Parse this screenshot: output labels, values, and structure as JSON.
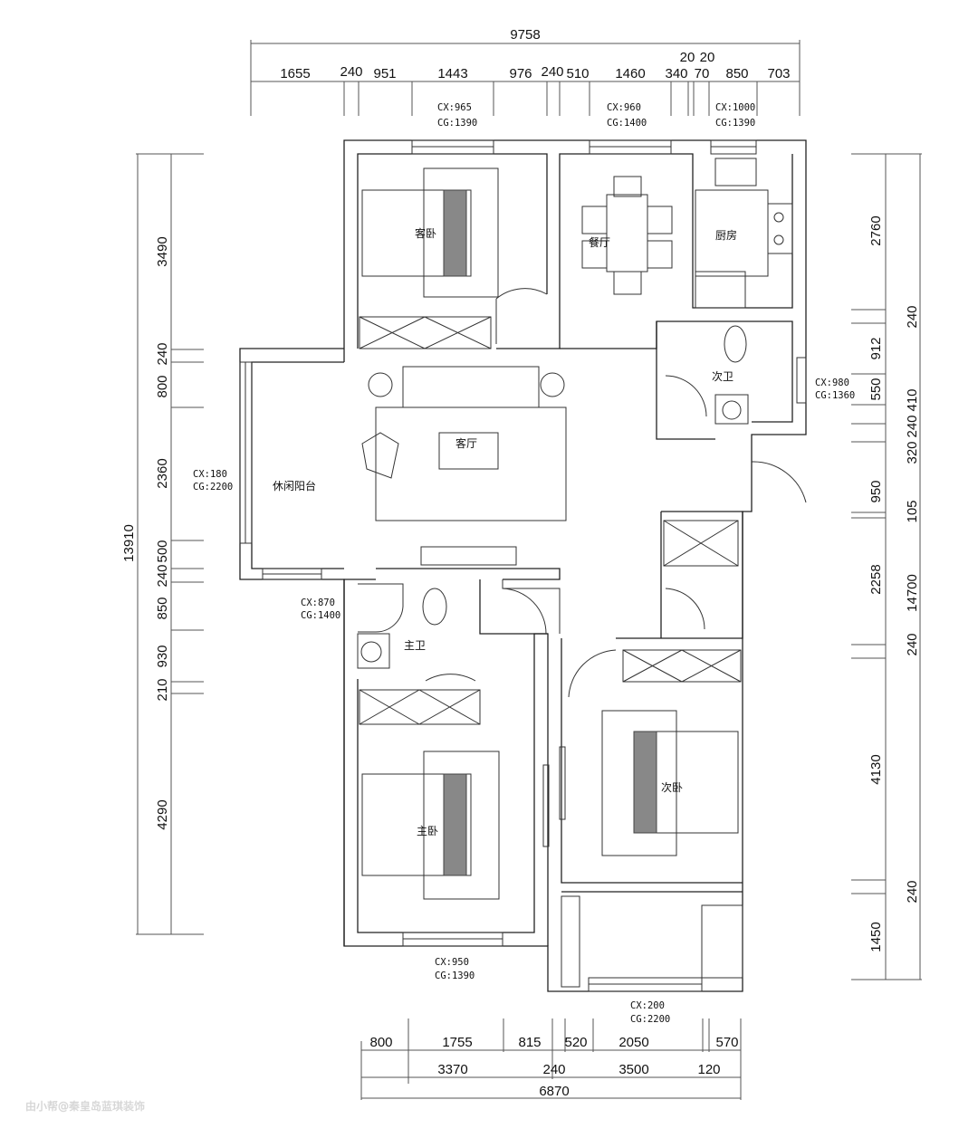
{
  "dimensions": {
    "top": {
      "total": "9758",
      "segments": [
        "1655",
        "240",
        "951",
        "1443",
        "976",
        "240",
        "510",
        "1460",
        "340",
        "20",
        "20",
        "70",
        "850",
        "703"
      ]
    },
    "left": {
      "total": "13910",
      "segments": [
        "3490",
        "240",
        "800",
        "2360",
        "500",
        "240",
        "850",
        "930",
        "210",
        "4290"
      ]
    },
    "right": {
      "inner": [
        "2760",
        "912",
        "550",
        "950",
        "2258",
        "4130",
        "1450"
      ],
      "outer": [
        "240",
        "320",
        "240",
        "410",
        "105",
        "14700",
        "240",
        "240"
      ]
    },
    "bottom": {
      "row1": [
        "800",
        "1755",
        "815",
        "520",
        "2050",
        "570"
      ],
      "row2": [
        "3370",
        "240",
        "3500",
        "120"
      ],
      "total": "6870"
    }
  },
  "openings": [
    {
      "cx": "CX:965",
      "cg": "CG:1390"
    },
    {
      "cx": "CX:960",
      "cg": "CG:1400"
    },
    {
      "cx": "CX:1000",
      "cg": "CG:1390"
    },
    {
      "cx": "CX:980",
      "cg": "CG:1360"
    },
    {
      "cx": "CX:180",
      "cg": "CG:2200"
    },
    {
      "cx": "CX:870",
      "cg": "CG:1400"
    },
    {
      "cx": "CX:950",
      "cg": "CG:1390"
    },
    {
      "cx": "CX:200",
      "cg": "CG:2200"
    }
  ],
  "rooms": {
    "guest_bedroom": "客卧",
    "dining": "餐厅",
    "kitchen": "厨房",
    "second_bath": "次卫",
    "living": "客厅",
    "leisure_balcony": "休闲阳台",
    "master_bath": "主卫",
    "master_bedroom": "主卧",
    "second_bedroom": "次卧"
  },
  "watermark": "由小帮@秦皇岛蓝琪装饰"
}
